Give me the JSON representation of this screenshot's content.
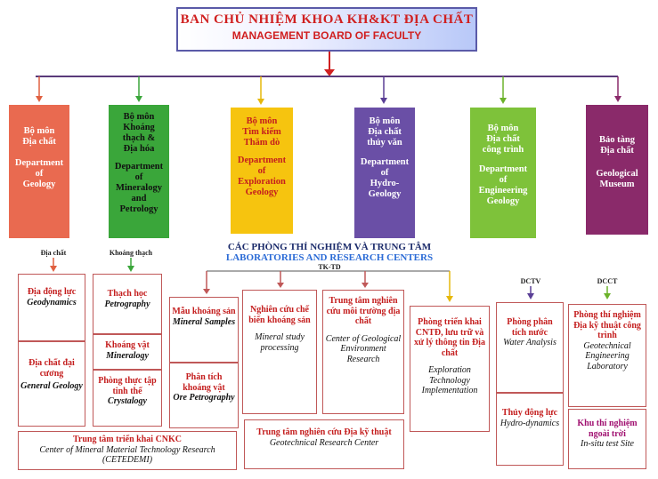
{
  "header": {
    "title_vi": "BAN CHỦ NHIỆM KHOA KH&KT ĐỊA CHẤT",
    "title_en": "MANAGEMENT BOARD OF FACULTY"
  },
  "departments": [
    {
      "vi": [
        "Bộ môn",
        "Địa chất"
      ],
      "en": [
        "Department",
        "of",
        "Geology"
      ],
      "bg": "#e96a50",
      "text": "#ffffff",
      "arrow": "#e06040"
    },
    {
      "vi": [
        "Bộ môn",
        "Khoáng",
        "thạch &",
        "Địa hóa"
      ],
      "en": [
        "Department",
        "of",
        "Mineralogy",
        "and",
        "Petrology"
      ],
      "bg": "#3aa63a",
      "text": "#111111",
      "arrow": "#3aa63a"
    },
    {
      "vi": [
        "Bộ môn",
        "Tìm kiếm",
        "Thăm dò"
      ],
      "en": [
        "Department",
        "of",
        "Exploration",
        "Geology"
      ],
      "bg": "#f6c40f",
      "text": "#c41e1e",
      "arrow": "#e6b80a"
    },
    {
      "vi": [
        "Bộ môn",
        "Địa chất",
        "thủy văn"
      ],
      "en": [
        "Department",
        "of",
        "Hydro-",
        "Geology"
      ],
      "bg": "#6a4fa6",
      "text": "#ffffff",
      "arrow": "#5a3f96"
    },
    {
      "vi": [
        "Bộ môn",
        "Địa chất",
        "công trình"
      ],
      "en": [
        "Department",
        "of",
        "Engineering",
        "Geology"
      ],
      "bg": "#7ec23a",
      "text": "#ffffff",
      "arrow": "#6cb22a"
    },
    {
      "vi": [
        "Bảo tàng",
        "Địa chất"
      ],
      "en": [
        "Geological",
        "Museum"
      ],
      "bg": "#8a2a6a",
      "text": "#ffffff",
      "arrow": "#8a2a6a"
    }
  ],
  "labs_header": {
    "vi": "CÁC PHÒNG THÍ NGHIỆM VÀ TRUNG TÂM",
    "en": "LABORATORIES AND RESEARCH CENTERS",
    "tk": "TK-TD"
  },
  "tags": {
    "dia_chat": "Địa chất",
    "khoang_thach": "Khoáng thạch",
    "dctv": "DCTV",
    "dcct": "DCCT"
  },
  "labs": {
    "geodynamics": {
      "vi": "Địa động lực",
      "en": "Geodynamics"
    },
    "general_geology": {
      "vi": "Địa chất đại cương",
      "en": "General Geology"
    },
    "petrography": {
      "vi": "Thạch học",
      "en": "Petrography"
    },
    "mineralogy": {
      "vi": "Khoáng vật",
      "en": "Mineralogy"
    },
    "crystalogy": {
      "vi": "Phòng thực tập tinh thể",
      "en": "Crystalogy"
    },
    "mineral_samples": {
      "vi": "Mẫu khoáng sản",
      "en": "Mineral Samples"
    },
    "ore_petrography": {
      "vi": "Phân tích khoáng vật",
      "en": "Ore Petrography"
    },
    "mineral_processing": {
      "vi": "Nghiên cứu chế biến khoáng sản",
      "en": "Mineral study processing"
    },
    "environment": {
      "vi": "Trung tâm nghiên cứu môi trường địa chất",
      "en": "Center of Geological Environment Research"
    },
    "exploration_tech": {
      "vi": "Phòng triển khai CNTĐ, lưu trữ và xử lý thông tin Địa chất",
      "en": "Exploration Technology Implementation"
    },
    "water_analysis": {
      "vi": "Phòng phân tích nước",
      "en": "Water Analysis"
    },
    "hydrodynamics": {
      "vi": "Thủy động lực",
      "en": "Hydro-dynamics"
    },
    "geotech_lab": {
      "vi": "Phòng thí nghiệm Địa kỹ thuật công trình",
      "en": "Geotechnical Engineering Laboratory"
    },
    "insitu": {
      "vi": "Khu thí nghiệm ngoài trời",
      "en": "In-situ test Site"
    },
    "cetedemi": {
      "vi": "Trung tâm triển khai CNKC",
      "en": "Center of Mineral Material Technology Research",
      "en2": "(CETEDEMI)"
    },
    "geotech_center": {
      "vi": "Trung tâm nghiên cứu Địa kỹ thuật",
      "en": "Geotechnical Research Center"
    }
  }
}
